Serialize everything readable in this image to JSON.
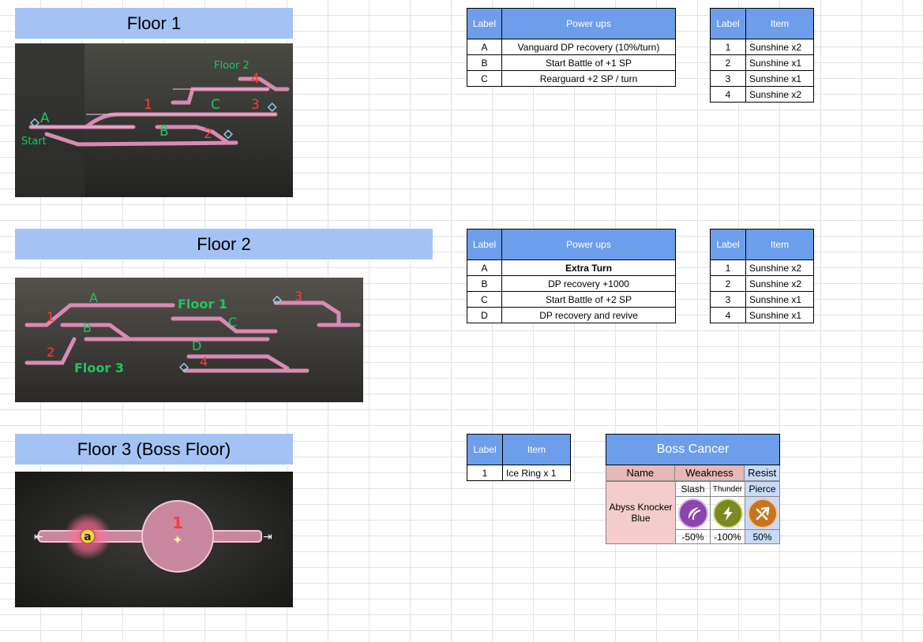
{
  "floor1": {
    "title": "Floor 1",
    "map_labels": {
      "start": "Start",
      "floor2": "Floor 2",
      "a": "A",
      "b": "B",
      "c": "C",
      "n1": "1",
      "n2": "2",
      "n3": "3",
      "n4": "4"
    },
    "powerups": {
      "headers": [
        "Label",
        "Power ups"
      ],
      "rows": [
        [
          "A",
          "Vanguard DP recovery (10%/turn)"
        ],
        [
          "B",
          "Start Battle of +1 SP"
        ],
        [
          "C",
          "Rearguard +2 SP / turn"
        ]
      ]
    },
    "items": {
      "headers": [
        "Label",
        "Item"
      ],
      "rows": [
        [
          "1",
          "Sunshine x2"
        ],
        [
          "2",
          "Sunshine x1"
        ],
        [
          "3",
          "Sunshine x1"
        ],
        [
          "4",
          "Sunshine x2"
        ]
      ]
    }
  },
  "floor2": {
    "title": "Floor 2",
    "map_labels": {
      "floor1": "Floor 1",
      "floor3": "Floor 3",
      "a": "A",
      "b": "B",
      "c": "C",
      "d": "D",
      "n1": "1",
      "n2": "2",
      "n3": "3",
      "n4": "4"
    },
    "powerups": {
      "headers": [
        "Label",
        "Power ups"
      ],
      "rows": [
        [
          "A",
          "Extra Turn"
        ],
        [
          "B",
          "DP recovery +1000"
        ],
        [
          "C",
          "Start Battle of +2 SP"
        ],
        [
          "D",
          "DP recovery and revive"
        ]
      ]
    },
    "items": {
      "headers": [
        "Label",
        "Item"
      ],
      "rows": [
        [
          "1",
          "Sunshine x2"
        ],
        [
          "2",
          "Sunshine x2"
        ],
        [
          "3",
          "Sunshine x1"
        ],
        [
          "4",
          "Sunshine x1"
        ]
      ]
    }
  },
  "floor3": {
    "title": "Floor 3 (Boss Floor)",
    "map_labels": {
      "a": "a",
      "n1": "1"
    },
    "items": {
      "headers": [
        "Label",
        "Item"
      ],
      "rows": [
        [
          "1",
          "Ice Ring x 1"
        ]
      ]
    },
    "boss": {
      "title": "Boss Cancer",
      "name_header": "Name",
      "weakness_header": "Weakness",
      "resist_header": "Resist",
      "types": [
        "Slash",
        "Thunder",
        "Pierce"
      ],
      "name": "Abyss Knocker Blue",
      "percents": [
        "-50%",
        "-100%",
        "50%"
      ],
      "icons": [
        "slash-icon",
        "thunder-icon",
        "pierce-icon"
      ],
      "colors": {
        "slash": "#8e44ad",
        "thunder": "#7a8a1f",
        "pierce": "#c8741e"
      }
    }
  }
}
